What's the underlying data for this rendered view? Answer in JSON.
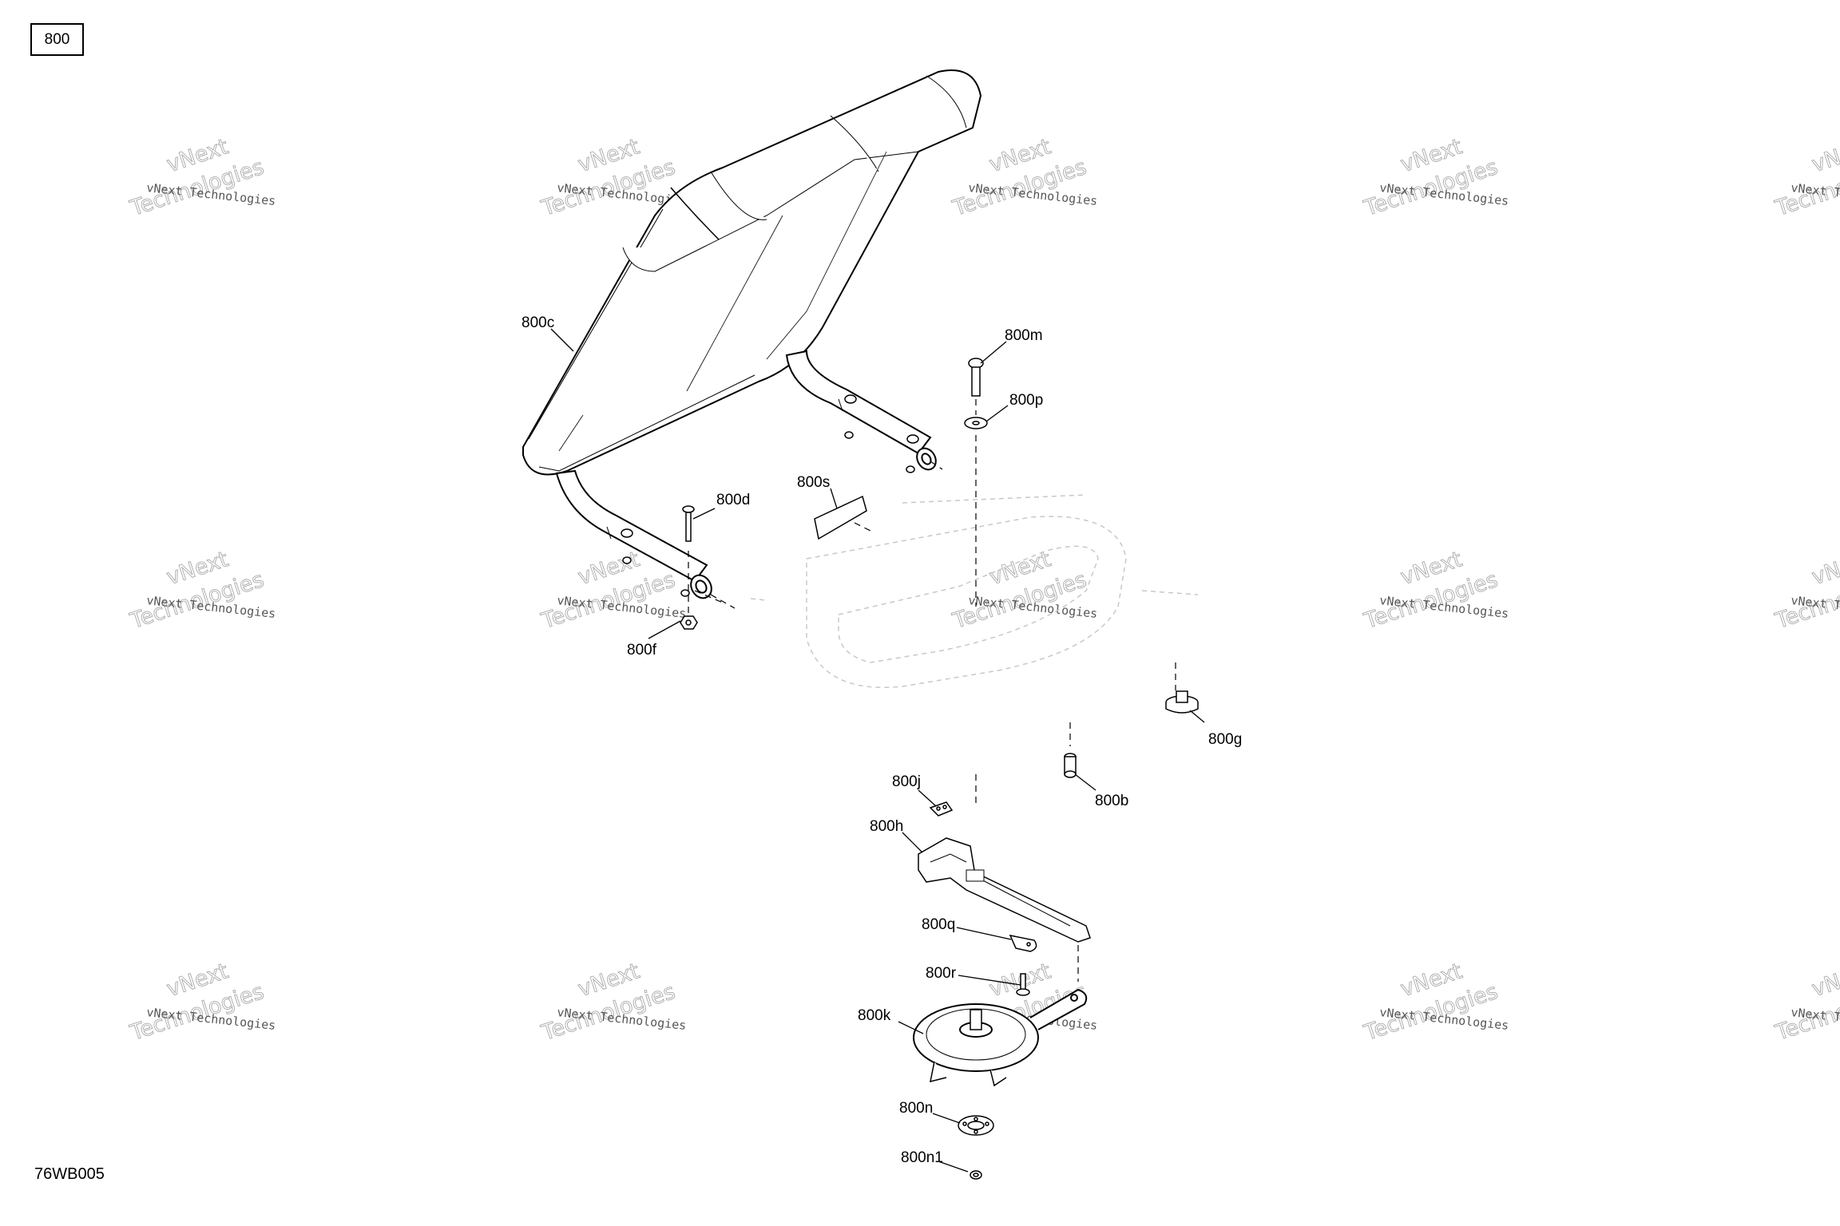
{
  "page_label": "800",
  "drawing_code": "76WB005",
  "watermark": {
    "line_small": "vNext Technologies",
    "line_big_1": "vNext",
    "line_big_2": "Technologies"
  },
  "callouts": {
    "c800c": "800c",
    "c800m": "800m",
    "c800p": "800p",
    "c800d": "800d",
    "c800s": "800s",
    "c800f": "800f",
    "c800g": "800g",
    "c800b": "800b",
    "c800j": "800j",
    "c800h": "800h",
    "c800q": "800q",
    "c800r": "800r",
    "c800k": "800k",
    "c800n": "800n",
    "c800n1": "800n1"
  }
}
